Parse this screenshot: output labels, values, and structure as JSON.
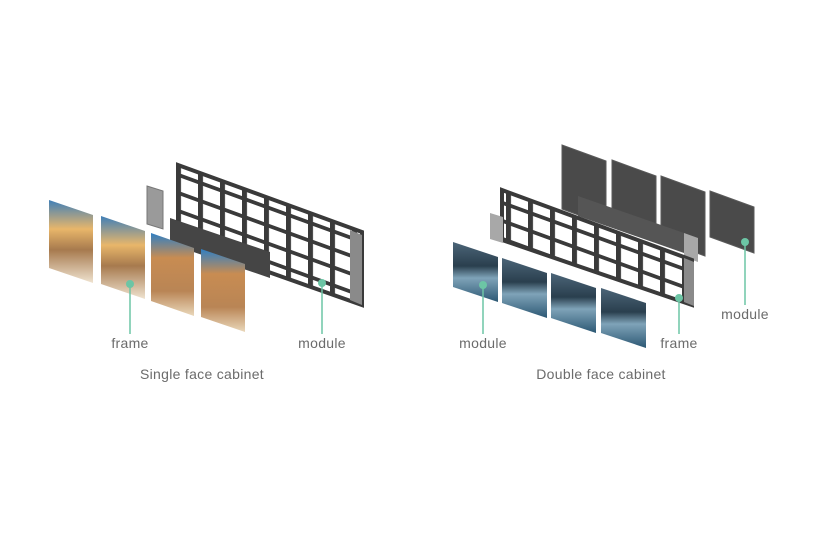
{
  "single": {
    "caption": "Single face cabinet",
    "labels": {
      "frame": "frame",
      "module": "module"
    }
  },
  "double": {
    "caption": "Double face cabinet",
    "labels": {
      "module_front": "module",
      "frame": "frame",
      "module_back": "module"
    }
  },
  "colors": {
    "accent": "#6cc5a5",
    "frame": "#3a3a3a",
    "text": "#6b6b6b"
  }
}
